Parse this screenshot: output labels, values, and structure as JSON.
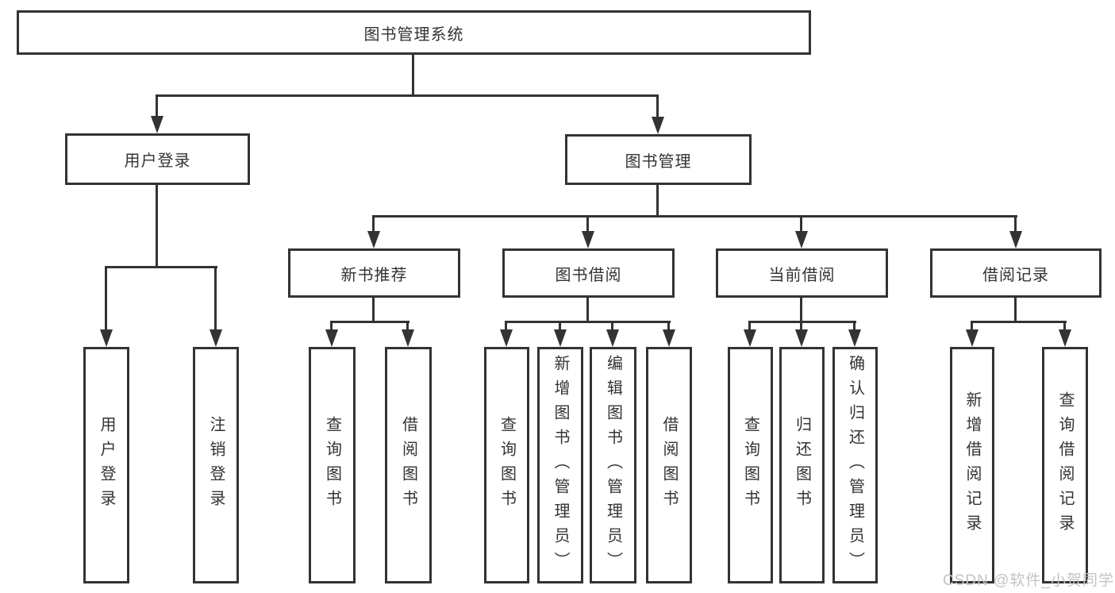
{
  "title": "图书管理系统",
  "tree": {
    "label": "图书管理系统",
    "children": [
      {
        "label": "用户登录",
        "children": [
          {
            "label": "用户登录"
          },
          {
            "label": "注销登录"
          }
        ]
      },
      {
        "label": "图书管理",
        "children": [
          {
            "label": "新书推荐",
            "children": [
              {
                "label": "查询图书"
              },
              {
                "label": "借阅图书"
              }
            ]
          },
          {
            "label": "图书借阅",
            "children": [
              {
                "label": "查询图书"
              },
              {
                "label": "新增图书（管理员）"
              },
              {
                "label": "编辑图书（管理员）"
              },
              {
                "label": "借阅图书"
              }
            ]
          },
          {
            "label": "当前借阅",
            "children": [
              {
                "label": "查询图书"
              },
              {
                "label": "归还图书"
              },
              {
                "label": "确认归还（管理员）"
              }
            ]
          },
          {
            "label": "借阅记录",
            "children": [
              {
                "label": "新增借阅记录"
              },
              {
                "label": "查询借阅记录"
              }
            ]
          }
        ]
      }
    ]
  },
  "watermark": {
    "text": "CSDN @软件_小贺同学"
  },
  "colors": {
    "line": "#333333",
    "text": "#333333",
    "box_bg": "#ffffff",
    "watermark": "#c3c3c3",
    "background": "#ffffff"
  }
}
